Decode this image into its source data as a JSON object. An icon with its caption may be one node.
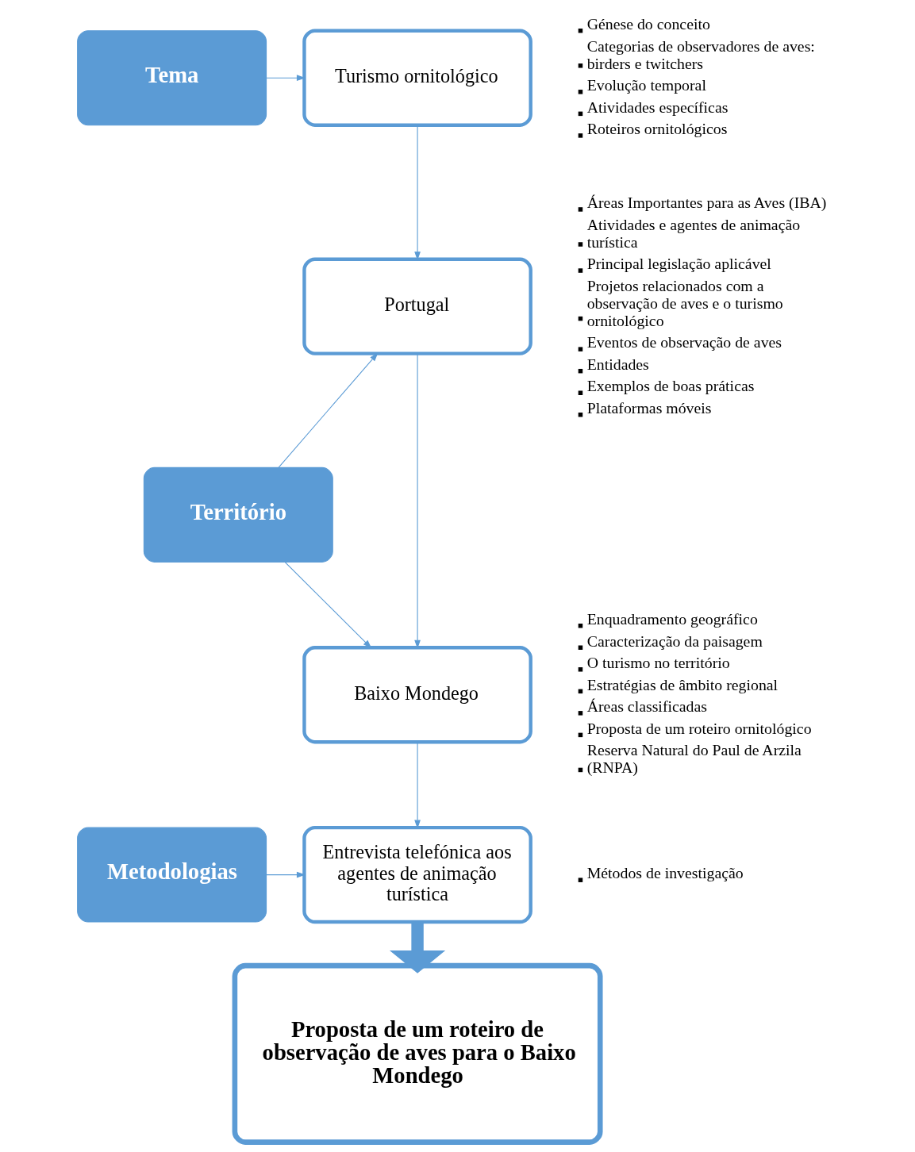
{
  "diagram": {
    "nodes": [
      {
        "text": [
          "Tema"
        ]
      },
      {
        "text": [
          "Turismo ornitológico"
        ],
        "beside": [
          "Génese do conceito",
          "Categorias de observadores de aves: birders e twitchers",
          "Evolução temporal",
          "Atividades específicas",
          "Roteiros ornitológicos"
        ]
      },
      {
        "text": [
          "Território"
        ]
      },
      {
        "text": [
          "Portugal"
        ],
        "beside": [
          "Áreas Importantes para as Aves (IBA)",
          "Atividades e agentes de animação turística",
          "Principal legislação aplicável",
          "Projetos relacionados com a observação de aves e o turismo ornitológico",
          "Eventos de observação de aves",
          "Entidades",
          "Exemplos de boas práticas",
          "Plataformas móveis"
        ]
      },
      {
        "text": [
          "Baixo Mondego"
        ],
        "beside": [
          "Enquadramento geográfico",
          "Caracterização da paisagem",
          "O turismo no território",
          "Estratégias de âmbito regional",
          "Áreas classificadas",
          "Proposta de um roteiro ornitológico",
          "Reserva Natural do Paul de Arzila (RNPA)"
        ]
      },
      {
        "text": [
          "Metodologias"
        ]
      },
      {
        "text": [
          "Entrevista telefónica aos agentes de animação turística"
        ],
        "beside": [
          "Métodos de investigação"
        ]
      },
      {
        "text": [
          "Proposta de um roteiro de observação de aves para o Baixo Mondego"
        ]
      }
    ],
    "edges": [
      {
        "from": 0,
        "to": 1,
        "arrow": "to"
      },
      {
        "from": 1,
        "to": 3,
        "arrow": "to"
      },
      {
        "from": 2,
        "to": 3,
        "arrow": "to"
      },
      {
        "from": 2,
        "to": 4,
        "arrow": "to"
      },
      {
        "from": 3,
        "to": 4,
        "arrow": "to"
      },
      {
        "from": 4,
        "to": 6,
        "arrow": "to"
      },
      {
        "from": 5,
        "to": 6,
        "arrow": "to"
      },
      {
        "from": 6,
        "to": 7,
        "arrow": "to",
        "style": "thick"
      }
    ]
  }
}
